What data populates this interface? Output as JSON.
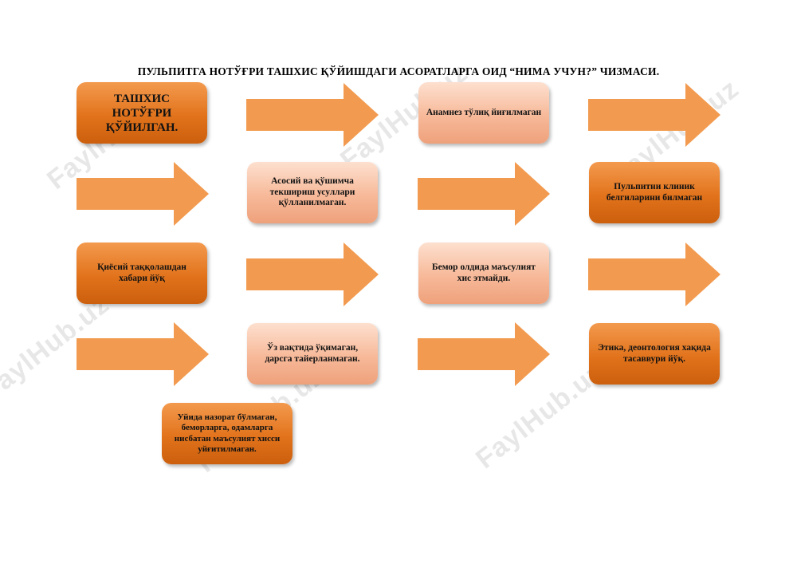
{
  "title": "ПУЛЬПИТГА НОТЎҒРИ ТАШХИС ҚЎЙИШДАГИ АСОРАТЛАРГА ОИД  “НИМА УЧУН?” ЧИЗМАСИ.",
  "watermark": "FaylHub.uz",
  "boxes": {
    "diagnosis": "ТАШХИС НОТЎҒРИ ҚЎЙИЛГАН.",
    "anamnesis": "Анамнез тўлиқ йиғилмаган",
    "methods": "Асосий ва қўшимча текшириш усуллари қўлланилмаган.",
    "clinical_signs": "Пульпитни клиник белгиларини билмаган",
    "comparison": "Қиёсий таққолашдан хабари йўқ",
    "responsibility": "Бемор олдида маъсулият хис этмайди.",
    "study": "Ўз вақтида ўқимаган, дарсга тайерланмаган.",
    "ethics": "Этика, деонтология хақида тасаввури йўқ.",
    "upbringing": "Уйида назорат бўлмаган, беморларга, одамларга нисбатан маъсулият хисси уйғитилмаган."
  },
  "colors": {
    "dark_box": "#e2731c",
    "light_box": "#f7b999",
    "arrow": "#f29b50"
  }
}
